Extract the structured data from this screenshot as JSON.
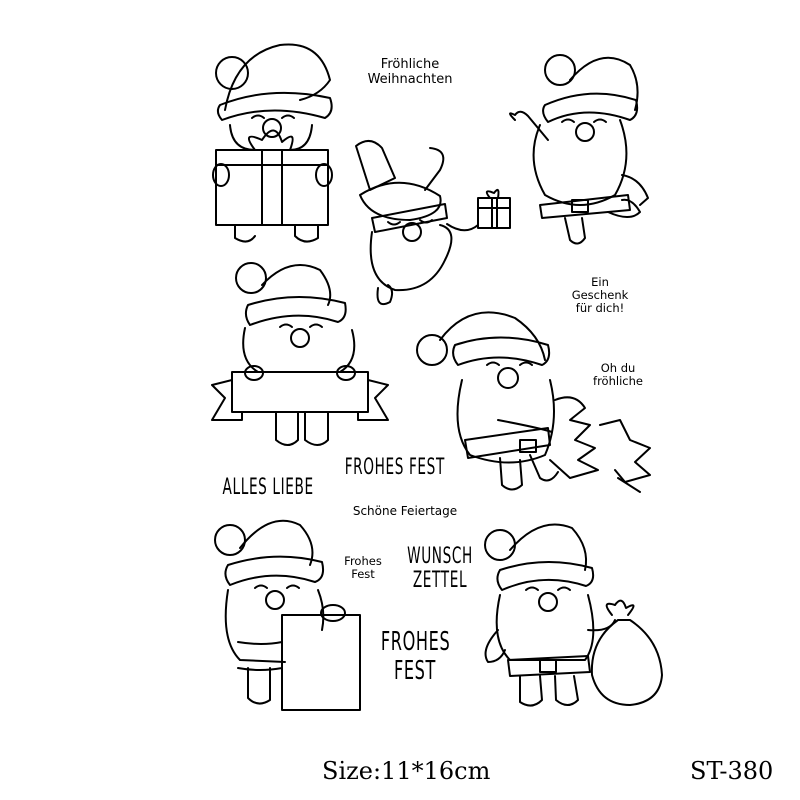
{
  "phrases": {
    "froehliche_weihnachten_line1": "Fröhliche",
    "froehliche_weihnachten_line2": "Weihnachten",
    "ein_geschenk_line1": "Ein",
    "ein_geschenk_line2": "Geschenk",
    "ein_geschenk_line3": "für dich!",
    "oh_du_line1": "Oh du",
    "oh_du_line2": "fröhliche",
    "alles_liebe": "ALLES LIEBE",
    "frohes_fest_top": "FROHES FEST",
    "schoene_feiertage": "Schöne Feiertage",
    "frohes_fest_small_line1": "Frohes",
    "frohes_fest_small_line2": "Fest",
    "wunsch_zettel_line1": "WUNSCH",
    "wunsch_zettel_line2": "ZETTEL",
    "frohes_fest_bottom_line1": "FROHES",
    "frohes_fest_bottom_line2": "FEST"
  },
  "footer": {
    "size": "Size:11*16cm",
    "code": "ST-380"
  },
  "colors": {
    "ink": "#000000",
    "paper": "#ffffff"
  }
}
